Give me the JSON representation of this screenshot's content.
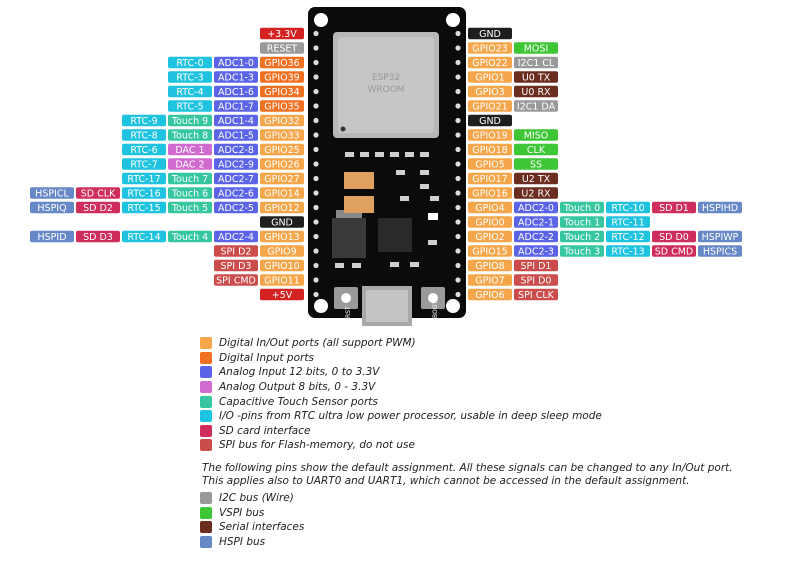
{
  "board": {
    "header_left": "+3.3V",
    "footer_left": "+5V",
    "header_right": "GND",
    "button_left": "RST",
    "button_right": "BOOT",
    "chip_label_1": "ESP32",
    "chip_label_2": "WROOM"
  },
  "colors": {
    "gpio": "#f5a64a",
    "input_only": "#f07022",
    "adc": "#5b63e6",
    "dac": "#d26bd0",
    "touch": "#36c7a0",
    "rtc": "#1fc3e0",
    "sd": "#cf2d5c",
    "flash": "#cc4b4b",
    "i2c": "#999999",
    "vspi": "#3ec637",
    "serial": "#6b2d1f",
    "hspi": "#6688c6",
    "power": "#d42222",
    "gnd": "#1e1e1e"
  },
  "left_pins": [
    [
      {
        "t": "+3.3V",
        "c": "power"
      }
    ],
    [
      {
        "t": "RESET",
        "c": "i2c"
      }
    ],
    [
      {
        "t": "RTC-0",
        "c": "rtc"
      },
      {
        "t": "ADC1-0",
        "c": "adc"
      },
      {
        "t": "GPIO36",
        "c": "input_only"
      }
    ],
    [
      {
        "t": "RTC-3",
        "c": "rtc"
      },
      {
        "t": "ADC1-3",
        "c": "adc"
      },
      {
        "t": "GPIO39",
        "c": "input_only"
      }
    ],
    [
      {
        "t": "RTC-4",
        "c": "rtc"
      },
      {
        "t": "ADC1-6",
        "c": "adc"
      },
      {
        "t": "GPIO34",
        "c": "input_only"
      }
    ],
    [
      {
        "t": "RTC-5",
        "c": "rtc"
      },
      {
        "t": "ADC1-7",
        "c": "adc"
      },
      {
        "t": "GPIO35",
        "c": "input_only"
      }
    ],
    [
      {
        "t": "RTC-9",
        "c": "rtc"
      },
      {
        "t": "Touch 9",
        "c": "touch"
      },
      {
        "t": "ADC1-4",
        "c": "adc"
      },
      {
        "t": "GPIO32",
        "c": "gpio"
      }
    ],
    [
      {
        "t": "RTC-8",
        "c": "rtc"
      },
      {
        "t": "Touch 8",
        "c": "touch"
      },
      {
        "t": "ADC1-5",
        "c": "adc"
      },
      {
        "t": "GPIO33",
        "c": "gpio"
      }
    ],
    [
      {
        "t": "RTC-6",
        "c": "rtc"
      },
      {
        "t": "DAC 1",
        "c": "dac"
      },
      {
        "t": "ADC2-8",
        "c": "adc"
      },
      {
        "t": "GPIO25",
        "c": "gpio"
      }
    ],
    [
      {
        "t": "RTC-7",
        "c": "rtc"
      },
      {
        "t": "DAC 2",
        "c": "dac"
      },
      {
        "t": "ADC2-9",
        "c": "adc"
      },
      {
        "t": "GPIO26",
        "c": "gpio"
      }
    ],
    [
      {
        "t": "RTC-17",
        "c": "rtc"
      },
      {
        "t": "Touch 7",
        "c": "touch"
      },
      {
        "t": "ADC2-7",
        "c": "adc"
      },
      {
        "t": "GPIO27",
        "c": "gpio"
      }
    ],
    [
      {
        "t": "HSPICL",
        "c": "hspi"
      },
      {
        "t": "SD CLK",
        "c": "sd"
      },
      {
        "t": "RTC-16",
        "c": "rtc"
      },
      {
        "t": "Touch 6",
        "c": "touch"
      },
      {
        "t": "ADC2-6",
        "c": "adc"
      },
      {
        "t": "GPIO14",
        "c": "gpio"
      }
    ],
    [
      {
        "t": "HSPIQ",
        "c": "hspi"
      },
      {
        "t": "SD D2",
        "c": "sd"
      },
      {
        "t": "RTC-15",
        "c": "rtc"
      },
      {
        "t": "Touch 5",
        "c": "touch"
      },
      {
        "t": "ADC2-5",
        "c": "adc"
      },
      {
        "t": "GPIO12",
        "c": "gpio"
      }
    ],
    [
      {
        "t": "GND",
        "c": "gnd"
      }
    ],
    [
      {
        "t": "HSPID",
        "c": "hspi"
      },
      {
        "t": "SD D3",
        "c": "sd"
      },
      {
        "t": "RTC-14",
        "c": "rtc"
      },
      {
        "t": "Touch 4",
        "c": "touch"
      },
      {
        "t": "ADC2-4",
        "c": "adc"
      },
      {
        "t": "GPIO13",
        "c": "gpio"
      }
    ],
    [
      {
        "t": "SPI D2",
        "c": "flash"
      },
      {
        "t": "GPIO9",
        "c": "gpio"
      }
    ],
    [
      {
        "t": "SPI D3",
        "c": "flash"
      },
      {
        "t": "GPIO10",
        "c": "gpio"
      }
    ],
    [
      {
        "t": "SPI CMD",
        "c": "flash"
      },
      {
        "t": "GPIO11",
        "c": "gpio"
      }
    ],
    [
      {
        "t": "+5V",
        "c": "power"
      }
    ]
  ],
  "right_pins": [
    [
      {
        "t": "GND",
        "c": "gnd"
      }
    ],
    [
      {
        "t": "GPIO23",
        "c": "gpio"
      },
      {
        "t": "MOSI",
        "c": "vspi"
      }
    ],
    [
      {
        "t": "GPIO22",
        "c": "gpio"
      },
      {
        "t": "I2C1 CL",
        "c": "i2c"
      }
    ],
    [
      {
        "t": "GPIO1",
        "c": "gpio"
      },
      {
        "t": "U0 TX",
        "c": "serial"
      }
    ],
    [
      {
        "t": "GPIO3",
        "c": "gpio"
      },
      {
        "t": "U0 RX",
        "c": "serial"
      }
    ],
    [
      {
        "t": "GPIO21",
        "c": "gpio"
      },
      {
        "t": "I2C1 DA",
        "c": "i2c"
      }
    ],
    [
      {
        "t": "GND",
        "c": "gnd"
      }
    ],
    [
      {
        "t": "GPIO19",
        "c": "gpio"
      },
      {
        "t": "MISO",
        "c": "vspi"
      }
    ],
    [
      {
        "t": "GPIO18",
        "c": "gpio"
      },
      {
        "t": "CLK",
        "c": "vspi"
      }
    ],
    [
      {
        "t": "GPIO5",
        "c": "gpio"
      },
      {
        "t": "SS",
        "c": "vspi"
      }
    ],
    [
      {
        "t": "GPIO17",
        "c": "gpio"
      },
      {
        "t": "U2 TX",
        "c": "serial"
      }
    ],
    [
      {
        "t": "GPIO16",
        "c": "gpio"
      },
      {
        "t": "U2 RX",
        "c": "serial"
      }
    ],
    [
      {
        "t": "GPIO4",
        "c": "gpio"
      },
      {
        "t": "ADC2-0",
        "c": "adc"
      },
      {
        "t": "Touch 0",
        "c": "touch"
      },
      {
        "t": "RTC-10",
        "c": "rtc"
      },
      {
        "t": "SD D1",
        "c": "sd"
      },
      {
        "t": "HSPIHD",
        "c": "hspi"
      }
    ],
    [
      {
        "t": "GPIO0",
        "c": "gpio"
      },
      {
        "t": "ADC2-1",
        "c": "adc"
      },
      {
        "t": "Touch 1",
        "c": "touch"
      },
      {
        "t": "RTC-11",
        "c": "rtc"
      }
    ],
    [
      {
        "t": "GPIO2",
        "c": "gpio"
      },
      {
        "t": "ADC2-2",
        "c": "adc"
      },
      {
        "t": "Touch 2",
        "c": "touch"
      },
      {
        "t": "RTC-12",
        "c": "rtc"
      },
      {
        "t": "SD D0",
        "c": "sd"
      },
      {
        "t": "HSPIWP",
        "c": "hspi"
      }
    ],
    [
      {
        "t": "GPIO15",
        "c": "gpio"
      },
      {
        "t": "ADC2-3",
        "c": "adc"
      },
      {
        "t": "Touch 3",
        "c": "touch"
      },
      {
        "t": "RTC-13",
        "c": "rtc"
      },
      {
        "t": "SD CMD",
        "c": "sd"
      },
      {
        "t": "HSPICS",
        "c": "hspi"
      }
    ],
    [
      {
        "t": "GPIO8",
        "c": "gpio"
      },
      {
        "t": "SPI D1",
        "c": "flash"
      }
    ],
    [
      {
        "t": "GPIO7",
        "c": "gpio"
      },
      {
        "t": "SPI D0",
        "c": "flash"
      }
    ],
    [
      {
        "t": "GPIO6",
        "c": "gpio"
      },
      {
        "t": "SPI CLK",
        "c": "flash"
      }
    ]
  ],
  "legend": [
    {
      "color": "gpio",
      "text": "Digital In/Out ports (all support PWM)"
    },
    {
      "color": "input_only",
      "text": "Digital Input ports"
    },
    {
      "color": "adc",
      "text": "Analog Input 12 bits, 0 to 3.3V"
    },
    {
      "color": "dac",
      "text": "Analog Output 8 bits, 0 - 3.3V"
    },
    {
      "color": "touch",
      "text": "Capacitive Touch Sensor ports"
    },
    {
      "color": "rtc",
      "text": "I/O -pins from RTC ultra low power processor, usable in deep sleep mode"
    },
    {
      "color": "sd",
      "text": "SD card interface"
    },
    {
      "color": "flash",
      "text": "SPI bus for Flash-memory, do not use"
    }
  ],
  "note_line1": "The following pins show the default assignment. All these signals can be changed to any In/Out port.",
  "note_line2": "This applies also to UART0 and UART1, which cannot be accessed in the default assignment.",
  "legend2": [
    {
      "color": "i2c",
      "text": "I2C bus (Wire)"
    },
    {
      "color": "vspi",
      "text": "VSPI bus"
    },
    {
      "color": "serial",
      "text": "Serial interfaces"
    },
    {
      "color": "hspi",
      "text": "HSPI bus"
    }
  ]
}
